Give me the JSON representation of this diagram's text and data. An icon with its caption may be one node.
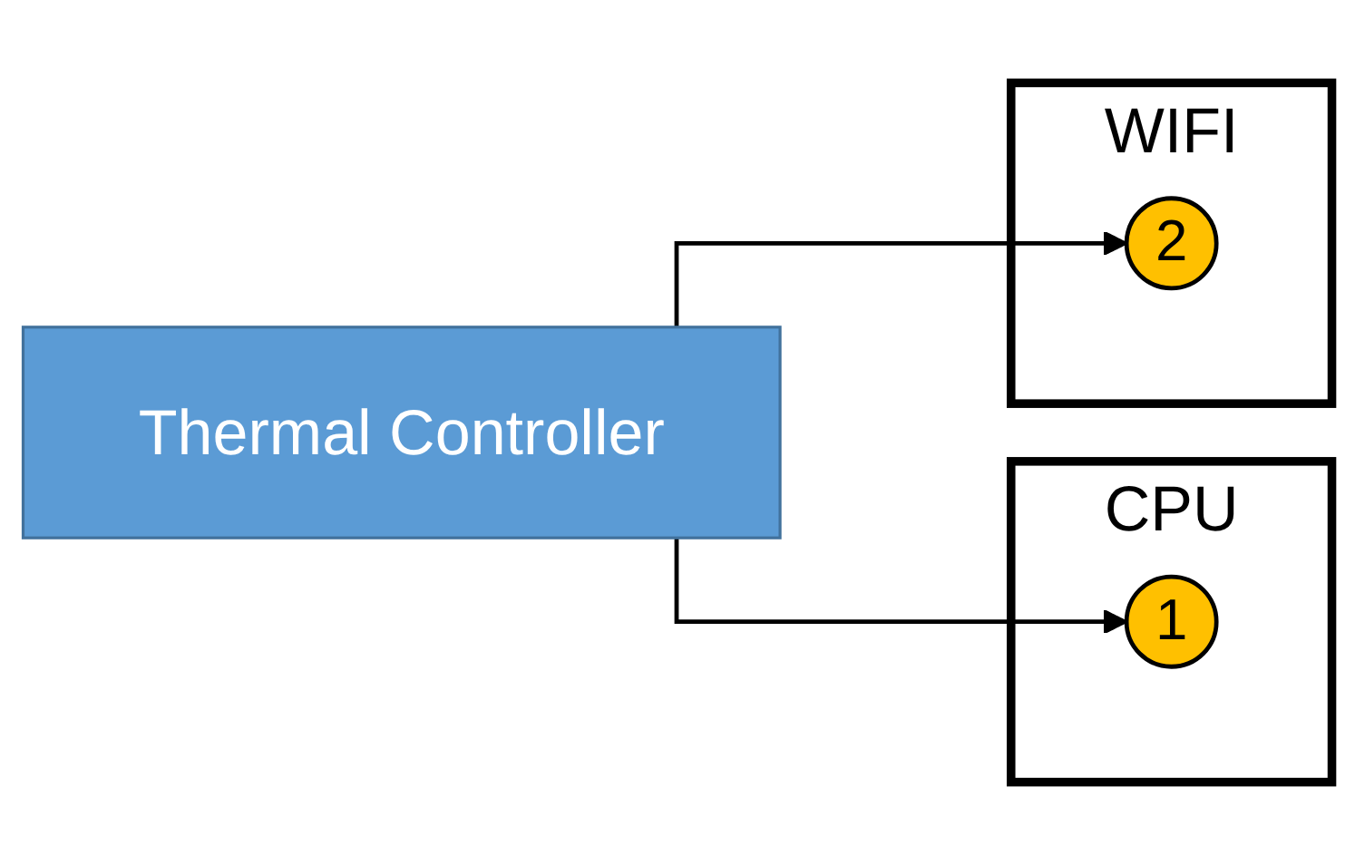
{
  "diagram": {
    "nodes": [
      {
        "text": [
          "Thermal Controller"
        ]
      },
      {
        "text": [
          "CPU"
        ]
      },
      {
        "text": [
          "1"
        ],
        "in": 1
      },
      {
        "text": [
          "WIFI"
        ]
      },
      {
        "text": [
          "2"
        ],
        "in": 3
      }
    ],
    "edges": [
      {
        "from": 0,
        "to": 2,
        "arrow": "to"
      },
      {
        "from": 0,
        "to": 4,
        "arrow": "to"
      }
    ]
  }
}
